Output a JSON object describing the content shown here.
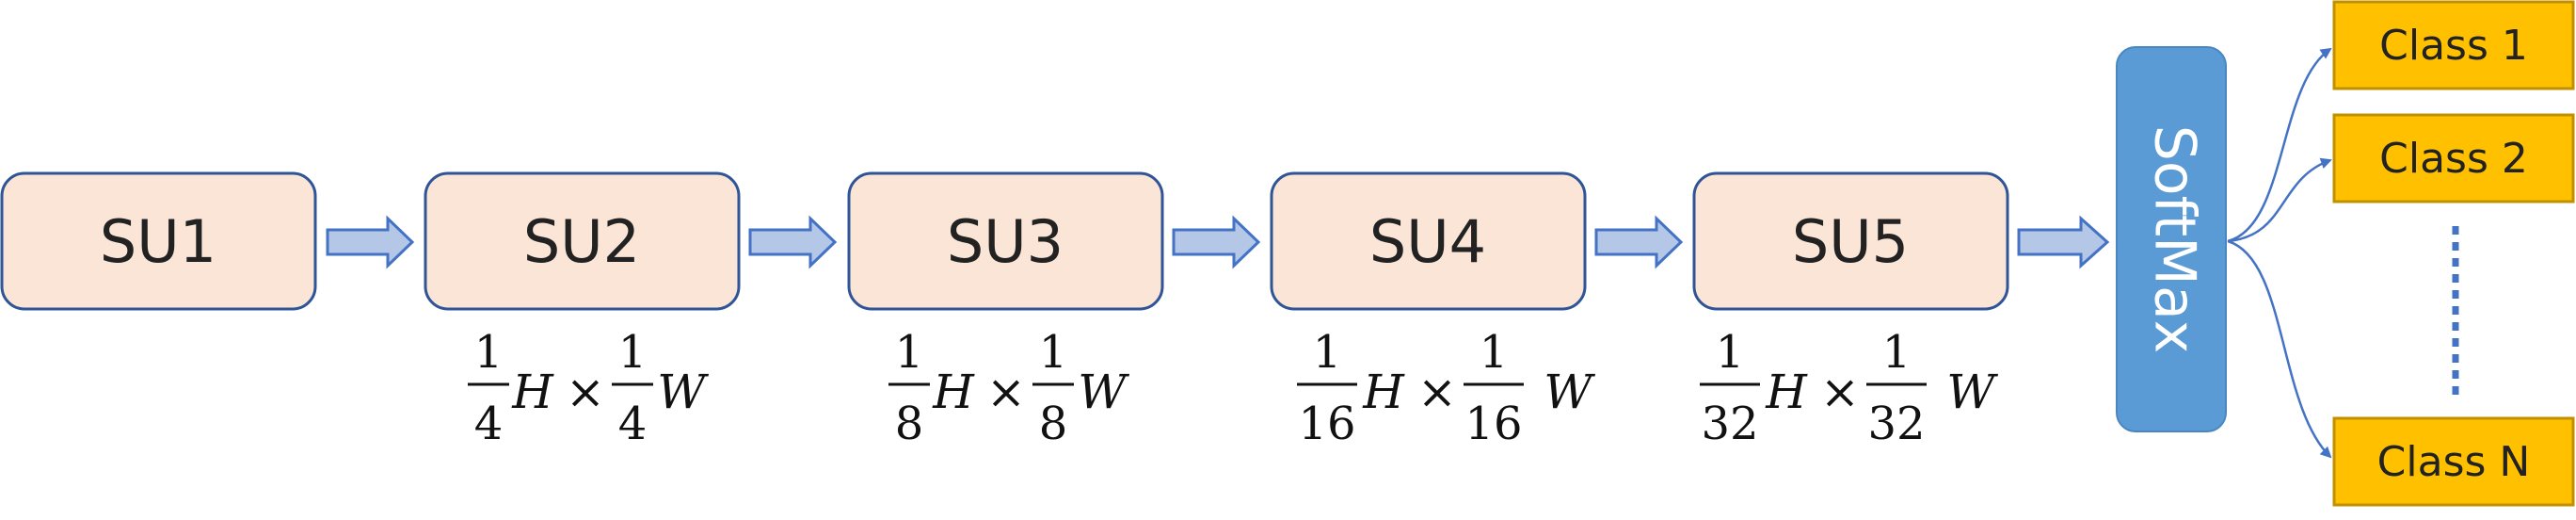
{
  "colors": {
    "stage_fill": "#FBE5D6",
    "stage_border": "#2F5597",
    "arrow_fill": "#B4C7E7",
    "arrow_border": "#4472C4",
    "softmax_fill": "#5B9BD5",
    "class_fill": "#FFC000",
    "class_border": "#C09000",
    "connector": "#4472C4"
  },
  "stages": [
    {
      "label": "SU1"
    },
    {
      "label": "SU2",
      "scale": {
        "num": "1",
        "den": "4",
        "h": "H",
        "times": "×",
        "w": "W"
      }
    },
    {
      "label": "SU3",
      "scale": {
        "num": "1",
        "den": "8",
        "h": "H",
        "times": "×",
        "w": "W"
      }
    },
    {
      "label": "SU4",
      "scale": {
        "num": "1",
        "den": "16",
        "h": "H",
        "times": "×",
        "w": "W"
      }
    },
    {
      "label": "SU5",
      "scale": {
        "num": "1",
        "den": "32",
        "h": "H",
        "times": "×",
        "w": "W"
      }
    }
  ],
  "softmax": {
    "label": "SoftMax"
  },
  "classes": [
    {
      "label": "Class 1"
    },
    {
      "label": "Class 2"
    },
    {
      "label": "Class N"
    }
  ]
}
